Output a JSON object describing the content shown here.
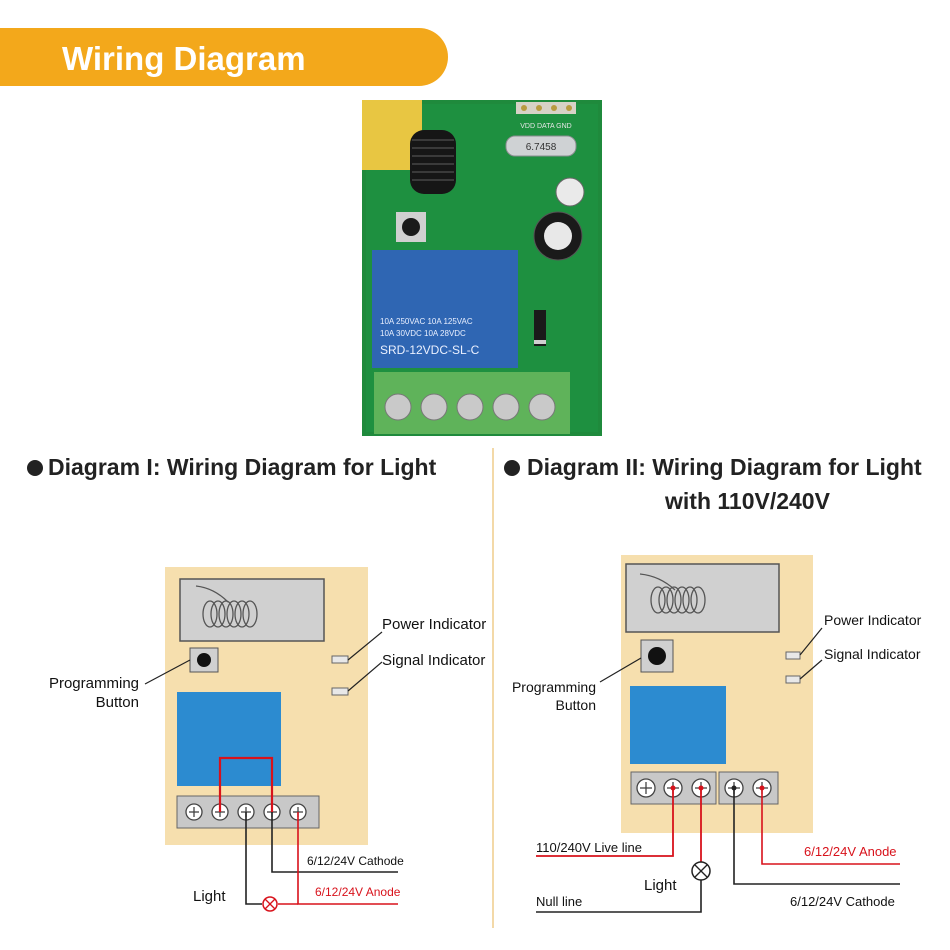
{
  "header": {
    "title": "Wiring Diagram"
  },
  "product_photo": {
    "relay_label_line1": "10A 250VAC  10A 125VAC",
    "relay_label_line2": "10A  30VDC  10A  28VDC",
    "relay_model": "SRD-12VDC-SL-C",
    "crystal_label": "6.7458",
    "pins_label": "VDD DATA GND"
  },
  "diagram_1": {
    "heading": "Diagram I: Wiring Diagram for Light",
    "labels": {
      "power_indicator": "Power Indicator",
      "signal_indicator": "Signal  Indicator",
      "programming_line1": "Programming",
      "programming_line2": "Button",
      "cathode": "6/12/24V Cathode",
      "anode": "6/12/24V Anode",
      "light": "Light"
    }
  },
  "diagram_2": {
    "heading_line1": "Diagram II: Wiring Diagram for Light",
    "heading_line2": "with 110V/240V",
    "labels": {
      "power_indicator": "Power Indicator",
      "signal_indicator": "Signal  Indicator",
      "programming_line1": "Programming",
      "programming_line2": "Button",
      "live_line": "110/240V Live line",
      "anode": "6/12/24V Anode",
      "light": "Light",
      "null_line": "Null line",
      "cathode": "6/12/24V Cathode"
    }
  },
  "colors": {
    "banner": "#f3a81b",
    "board": "#f6dfae",
    "relay_block": "#2c8bd0",
    "wire_red": "#d8121b",
    "terminal_block": "#c8c8c8"
  }
}
